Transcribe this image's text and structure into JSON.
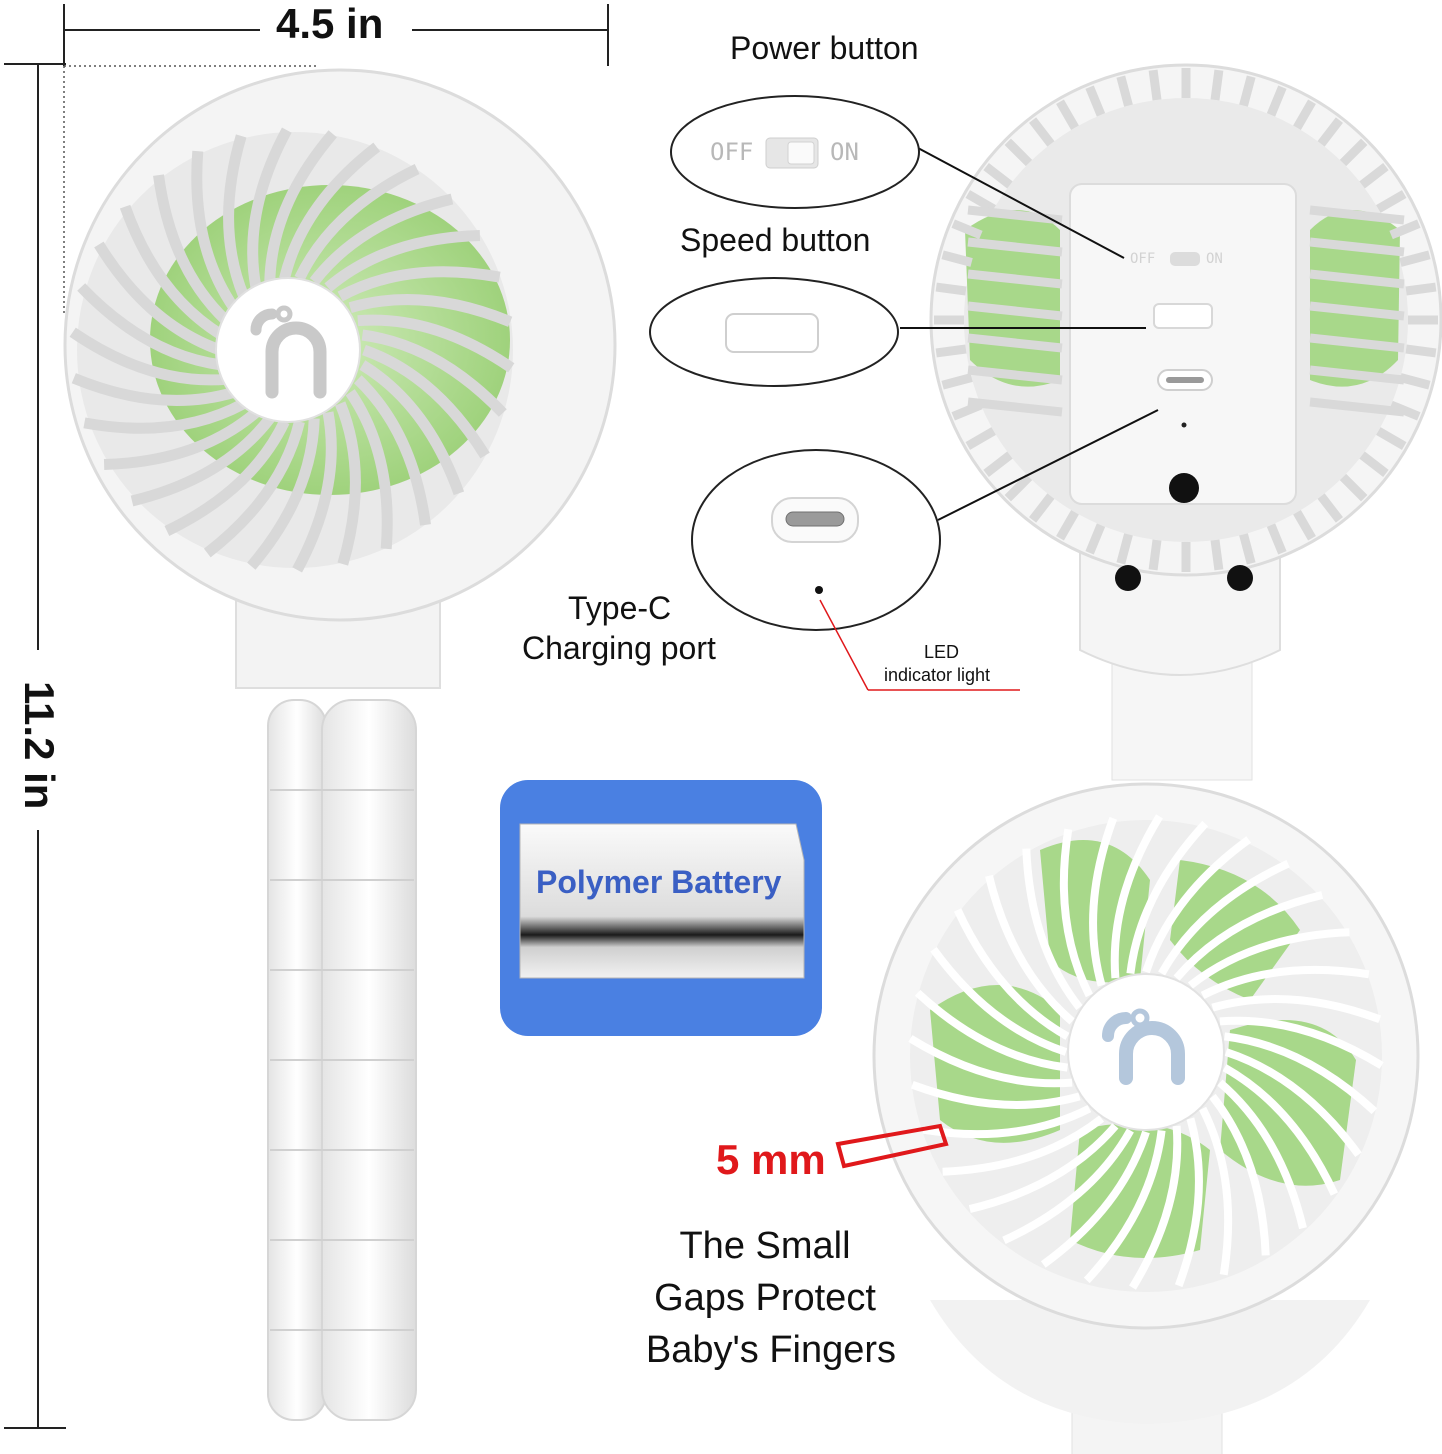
{
  "dimensions": {
    "width_label": "4.5 in",
    "height_label": "11.2 in"
  },
  "callouts": {
    "power_button": "Power button",
    "speed_button": "Speed button",
    "type_c_line1": "Type-C",
    "type_c_line2": "Charging port",
    "led_line1": "LED",
    "led_line2": "indicator light",
    "gap_measure": "5 mm"
  },
  "switch": {
    "off": "OFF",
    "on": "ON"
  },
  "battery": {
    "label": "Polymer Battery"
  },
  "tagline": [
    "The Small",
    "Gaps Protect",
    "Baby's Fingers"
  ],
  "colors": {
    "blade_green": "#a8d88a",
    "battery_badge": "#4a80e2",
    "battery_text": "#3a5fc4",
    "measure_red": "#e0181b",
    "logo_gray": "#c9c9c9",
    "logo_blue": "#b4c7dc"
  }
}
